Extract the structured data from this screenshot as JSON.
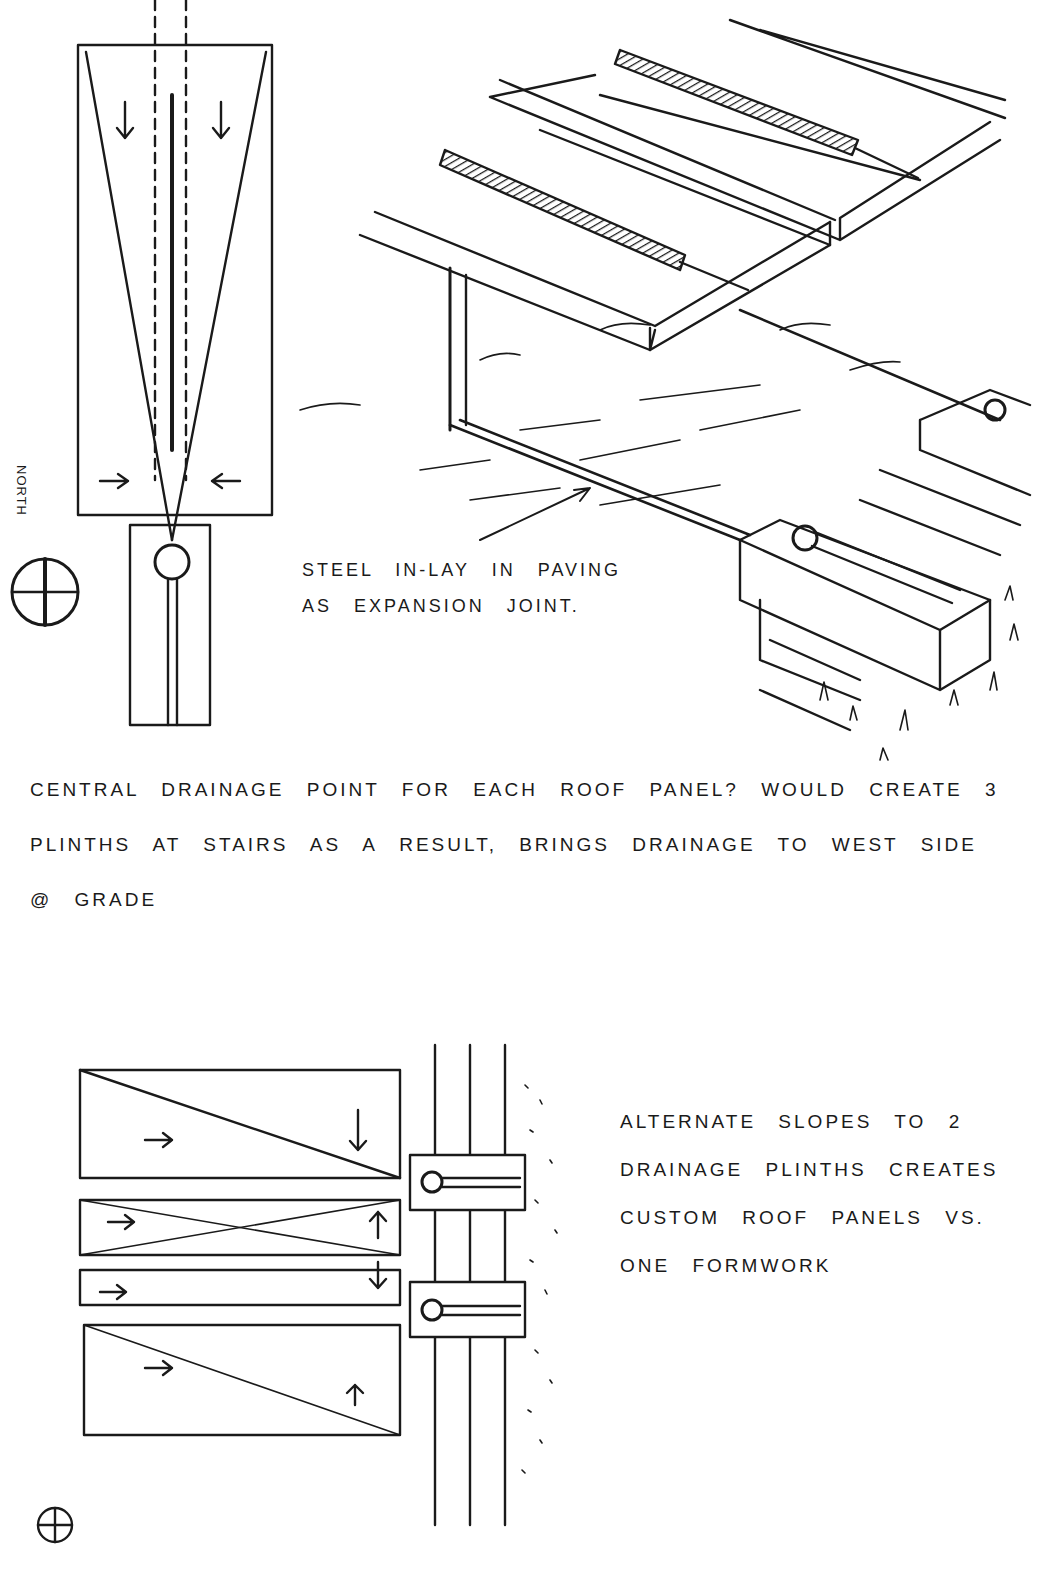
{
  "diagram": {
    "labels": [
      "NORTH",
      "STEEL IN-LAY IN PAVING AS EXPANSION JOINT.",
      "CENTRAL DRAINAGE POINT FOR EACH ROOF PANEL? WOULD CREATE 3 PLINTHS AT STAIRS AS A RESULT, BRINGS DRAINAGE TO WEST SIDE @ GRADE",
      "ALTERNATE SLOPES TO 2 DRAINAGE PLINTHS CREATES CUSTOM ROOF PANELS VS. ONE FORMWORK"
    ]
  }
}
